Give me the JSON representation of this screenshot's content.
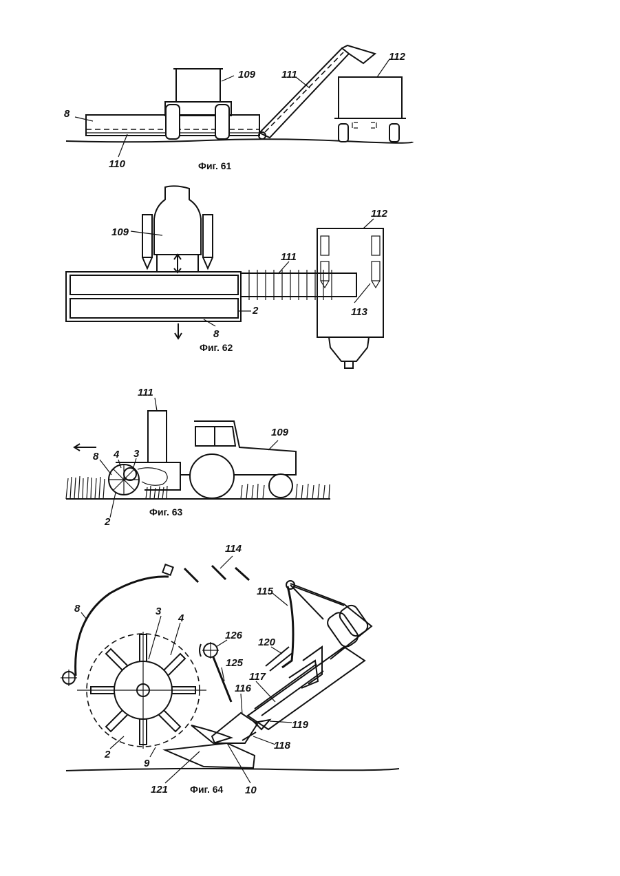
{
  "figures": [
    {
      "caption": "Фиг. 61",
      "labels": [
        "8",
        "109",
        "111",
        "112",
        "110"
      ]
    },
    {
      "caption": "Фиг. 62",
      "labels": [
        "112",
        "109",
        "111",
        "2",
        "8",
        "113"
      ]
    },
    {
      "caption": "Фиг. 63",
      "labels": [
        "111",
        "109",
        "4",
        "3",
        "8",
        "2"
      ]
    },
    {
      "caption": "Фиг. 64",
      "labels": [
        "114",
        "115",
        "8",
        "3",
        "4",
        "126",
        "120",
        "125",
        "117",
        "116",
        "119",
        "118",
        "2",
        "9",
        "121",
        "10"
      ]
    }
  ]
}
